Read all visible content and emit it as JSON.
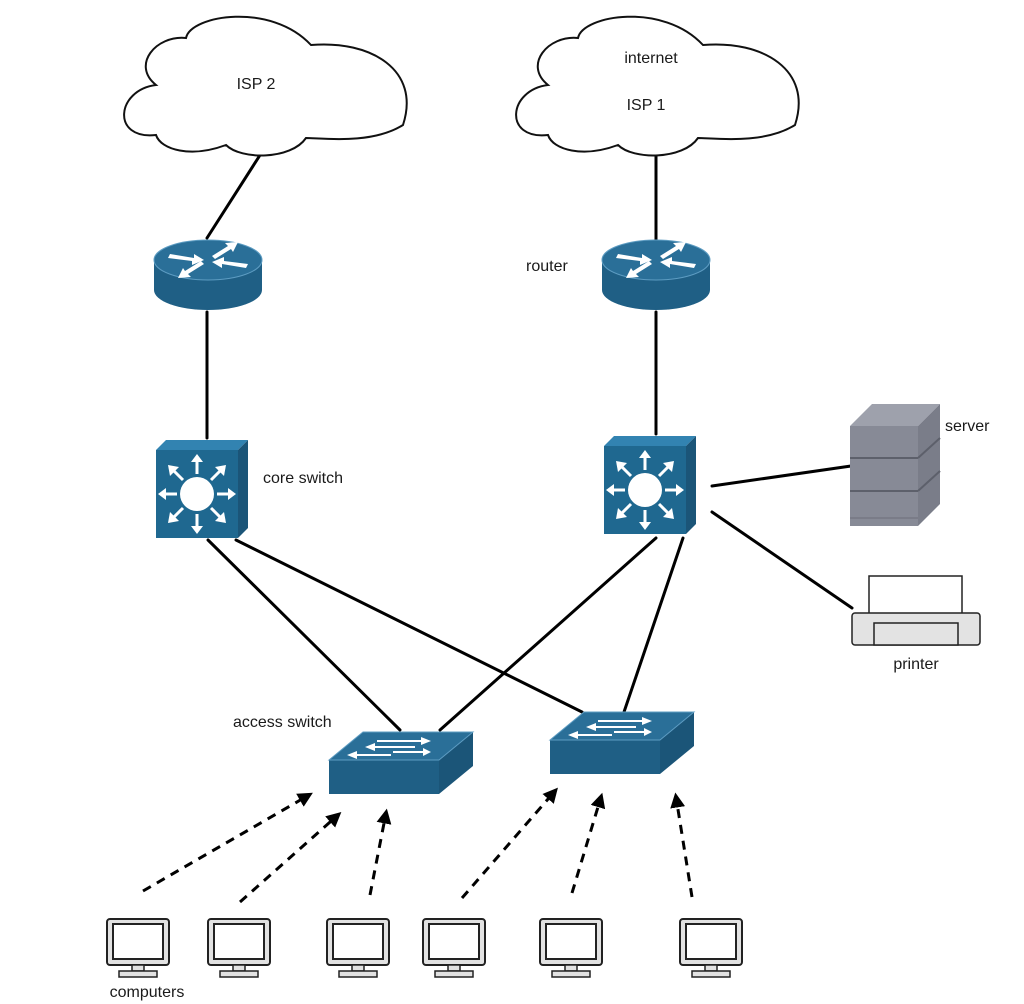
{
  "diagram": {
    "type": "network-topology",
    "clouds": [
      {
        "id": "isp2",
        "lines": [
          "ISP 2"
        ]
      },
      {
        "id": "isp1",
        "lines": [
          "internet",
          "ISP 1"
        ]
      }
    ],
    "routers": [
      {
        "id": "router-left",
        "label": ""
      },
      {
        "id": "router-right",
        "label": "router"
      }
    ],
    "core_switches": [
      {
        "id": "core-left",
        "label": "core switch"
      },
      {
        "id": "core-right",
        "label": ""
      }
    ],
    "access_switches": [
      {
        "id": "access-left",
        "label": "access switch"
      },
      {
        "id": "access-right",
        "label": ""
      }
    ],
    "server": {
      "label": "server"
    },
    "printer": {
      "label": "printer"
    },
    "computers": {
      "label": "computers",
      "count": 6
    },
    "links": [
      {
        "from": "isp2",
        "to": "router-left",
        "style": "solid"
      },
      {
        "from": "isp1",
        "to": "router-right",
        "style": "solid"
      },
      {
        "from": "router-left",
        "to": "core-left",
        "style": "solid"
      },
      {
        "from": "router-right",
        "to": "core-right",
        "style": "solid"
      },
      {
        "from": "core-right",
        "to": "server",
        "style": "solid"
      },
      {
        "from": "core-right",
        "to": "printer",
        "style": "solid"
      },
      {
        "from": "core-left",
        "to": "access-left",
        "style": "solid"
      },
      {
        "from": "core-left",
        "to": "access-right",
        "style": "solid"
      },
      {
        "from": "core-right",
        "to": "access-left",
        "style": "solid"
      },
      {
        "from": "core-right",
        "to": "access-right",
        "style": "solid"
      },
      {
        "from": "computer-1",
        "to": "access-left",
        "style": "dashed-arrow"
      },
      {
        "from": "computer-2",
        "to": "access-left",
        "style": "dashed-arrow"
      },
      {
        "from": "computer-3",
        "to": "access-left",
        "style": "dashed-arrow"
      },
      {
        "from": "computer-4",
        "to": "access-right",
        "style": "dashed-arrow"
      },
      {
        "from": "computer-5",
        "to": "access-right",
        "style": "dashed-arrow"
      },
      {
        "from": "computer-6",
        "to": "access-right",
        "style": "dashed-arrow"
      }
    ],
    "colors": {
      "device_blue": "#1f5f85",
      "device_blue_light": "#2c7aa8",
      "server_gray": "#8a8d99",
      "printer_gray": "#e3e3e3"
    }
  }
}
